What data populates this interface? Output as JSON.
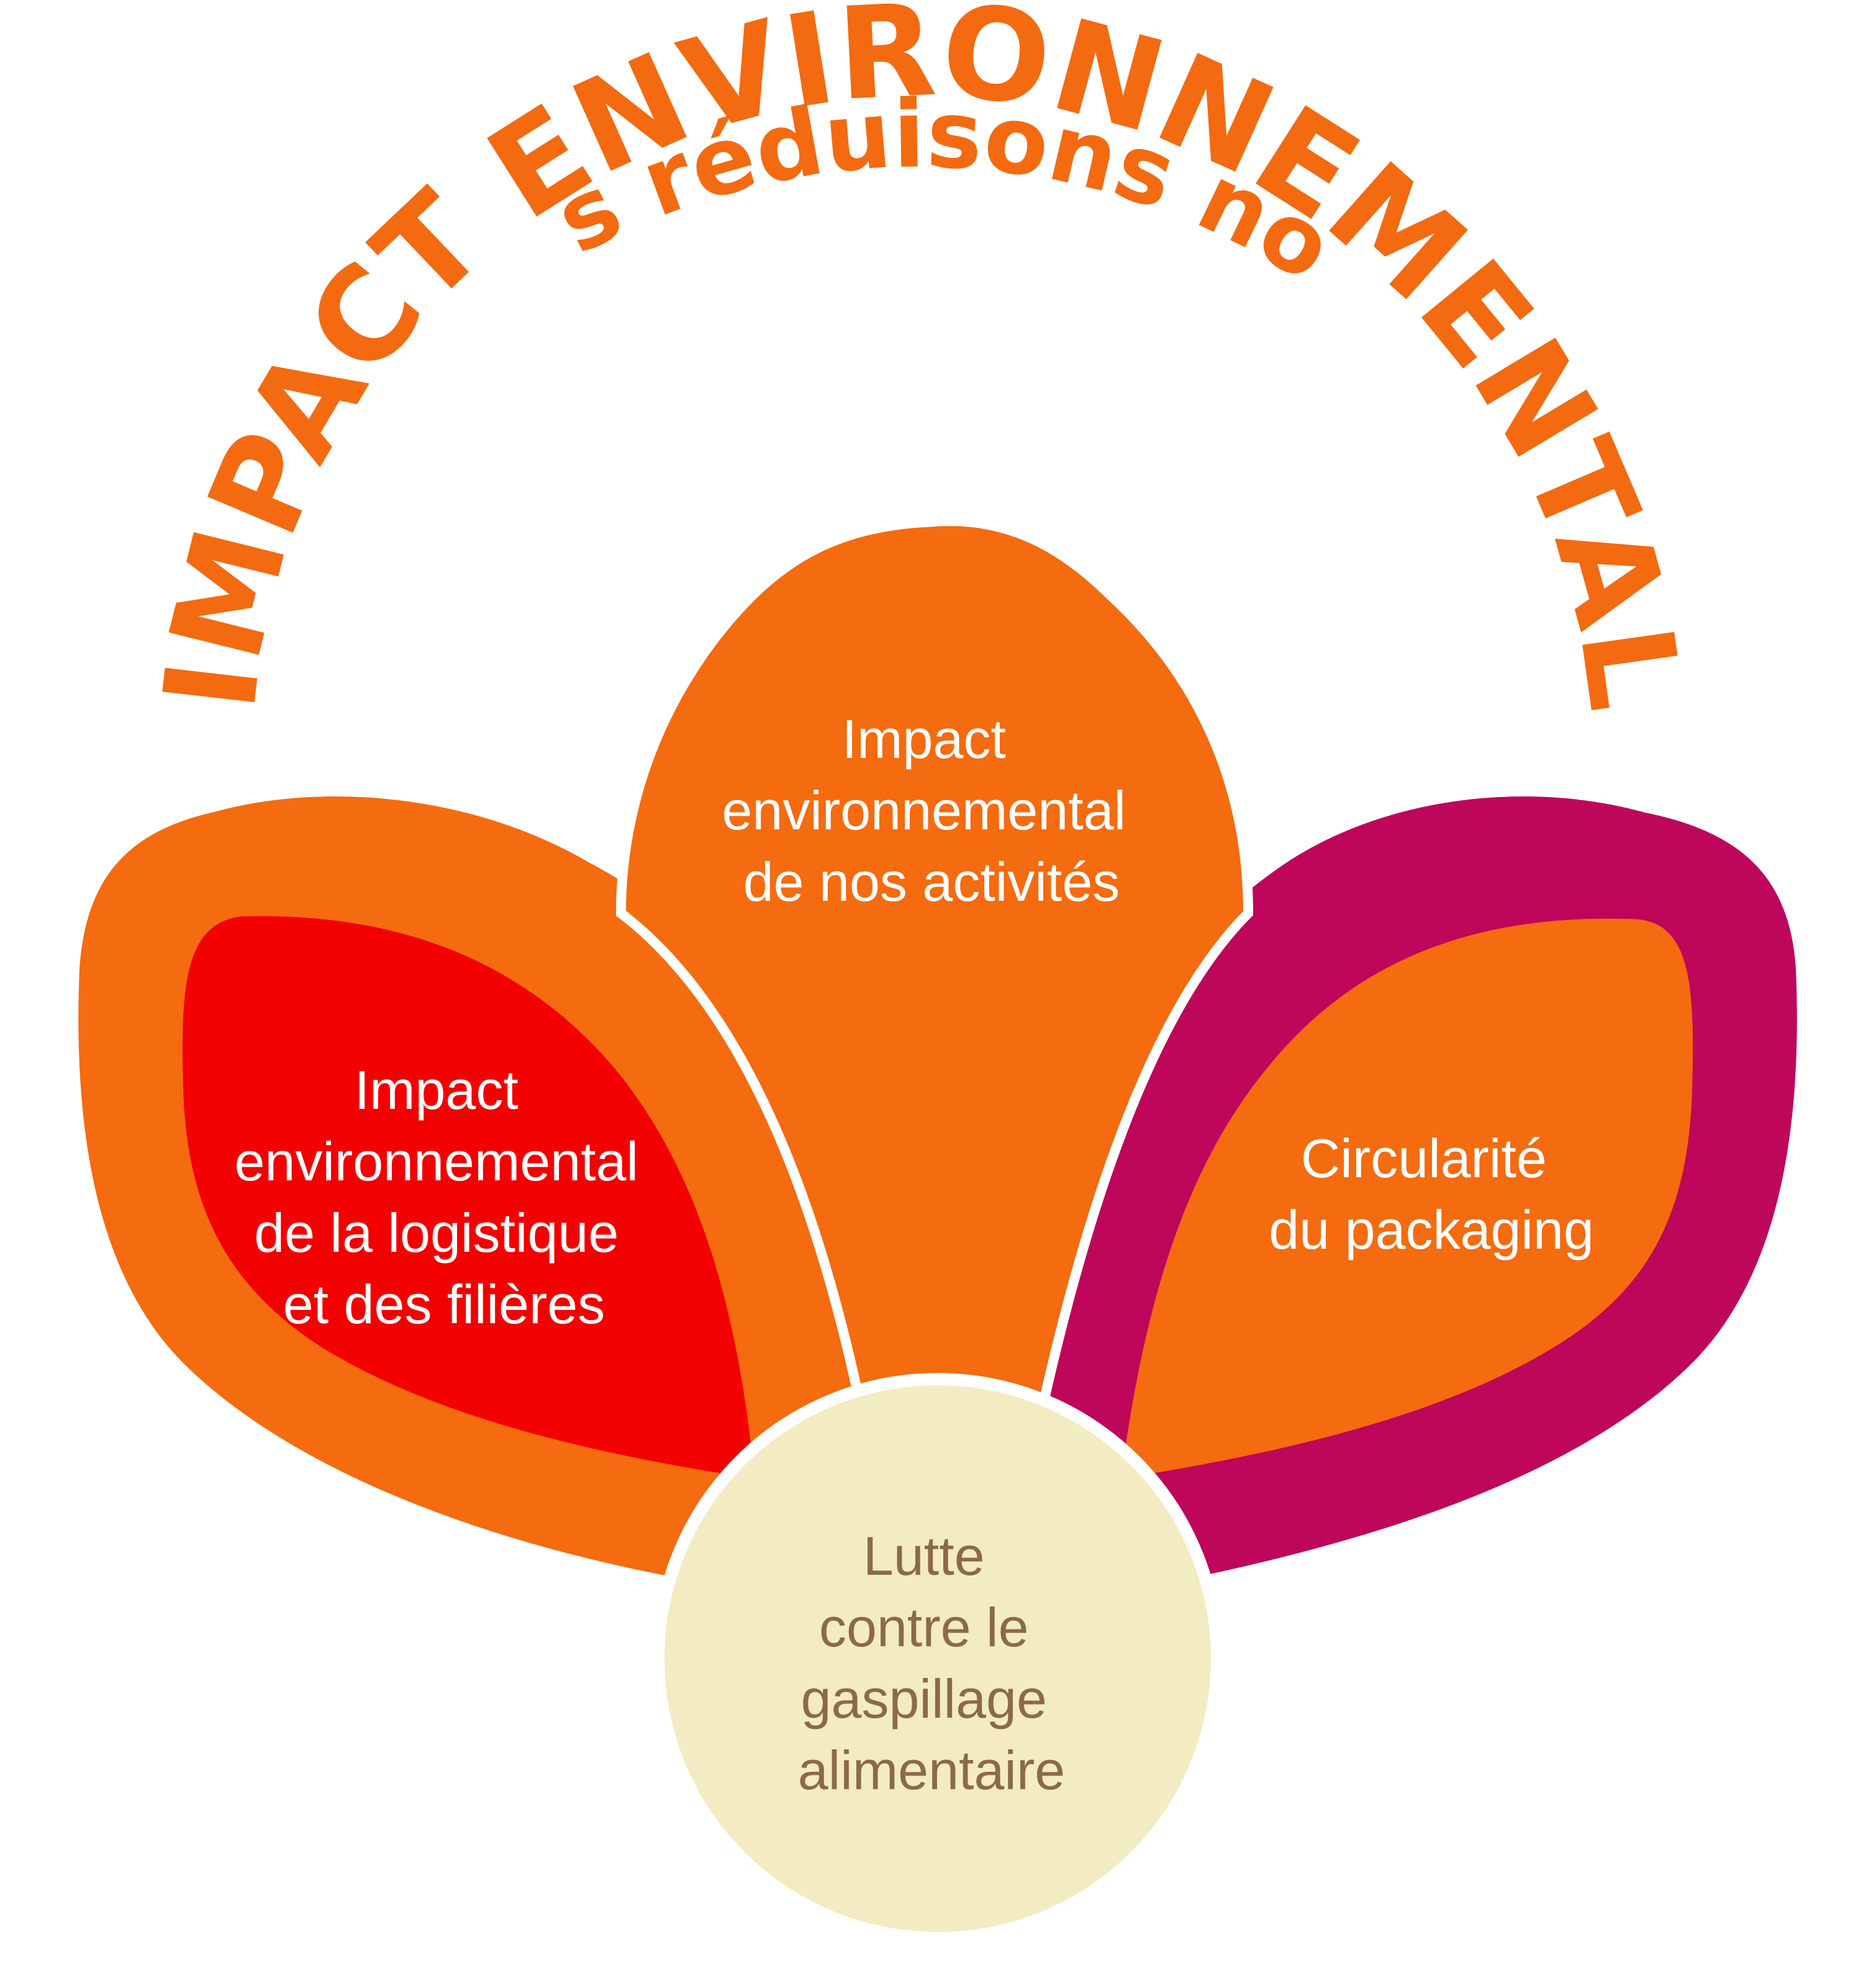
{
  "title": {
    "line1": "Nous réduisons notre",
    "line2": "IMPACT ENVIRONNEMENTAL"
  },
  "petals": {
    "center": {
      "lines": [
        "Impact",
        "environnemental",
        "de nos activités"
      ]
    },
    "left": {
      "lines": [
        "Impact",
        "environnemental",
        "de la logistique",
        "et des filières"
      ]
    },
    "right": {
      "lines": [
        "Circularité",
        "du packaging"
      ]
    }
  },
  "core": {
    "lines": [
      "Lutte",
      "contre le",
      "gaspillage",
      "alimentaire"
    ]
  },
  "colors": {
    "title": "#F46A10",
    "orange": "#F56B0F",
    "red": "#F30000",
    "magenta": "#BE065A",
    "cream": "#F3ECC2",
    "core_text": "#8C6A45",
    "petal_text": "#FFFFFF"
  }
}
